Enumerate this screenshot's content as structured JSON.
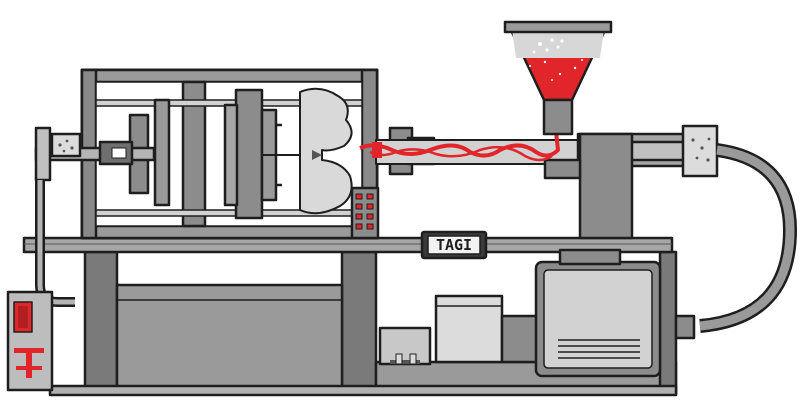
{
  "diagram": {
    "subject": "injection-molding-machine",
    "control_display_text": "TAGI",
    "colors": {
      "outline": "#1e1e1e",
      "metal_dark": "#6f6f6f",
      "metal": "#8c8c8c",
      "metal_light": "#b4b4b4",
      "metal_pale": "#d2d2d2",
      "melt_red": "#e0262a",
      "background": "#ffffff"
    },
    "components": [
      "base-frame",
      "clamping-unit",
      "mold",
      "hopper",
      "injection-barrel",
      "melt-flow",
      "hydraulic-hose",
      "motor-housing",
      "pump-unit",
      "side-control-box",
      "control-display"
    ]
  }
}
